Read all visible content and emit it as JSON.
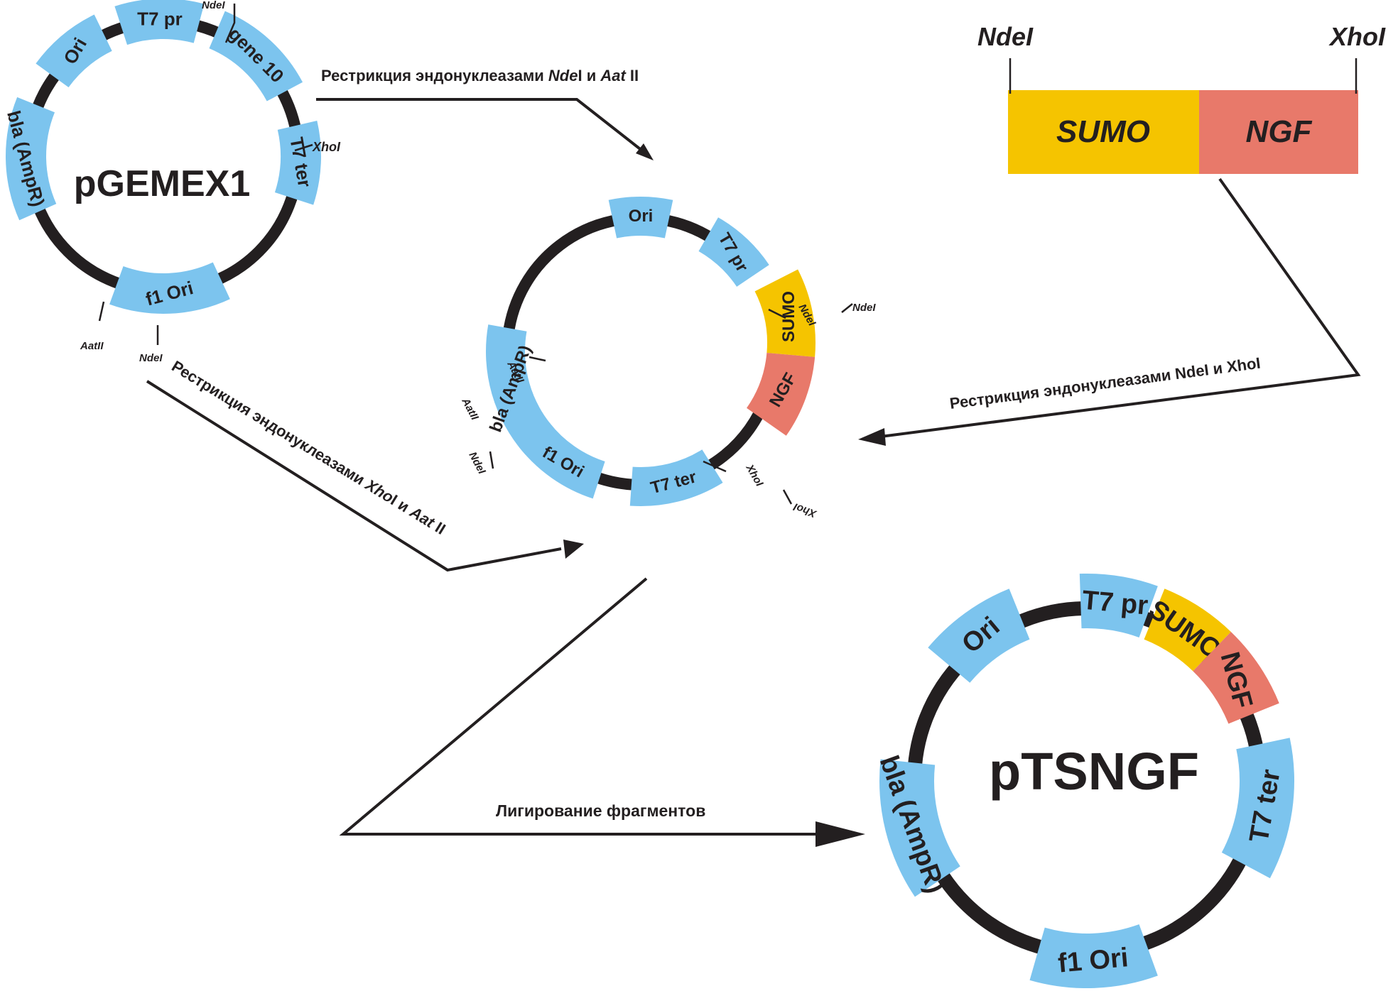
{
  "colors": {
    "segment_blue": "#7cc4ee",
    "sumo_yellow": "#f5c400",
    "ngf_salmon": "#e8796a",
    "backbone": "#231f20"
  },
  "plasmid_1": {
    "name": "pGEMEX1",
    "segments": [
      "Ori",
      "T7 pr",
      "gene 10",
      "T7 ter",
      "f1 Ori",
      "bla (AmpR)"
    ],
    "sites": [
      "NdeI",
      "XhoI",
      "NdeI",
      "AatII"
    ]
  },
  "insert": {
    "site_left": "NdeI",
    "site_right": "XhoI",
    "sumo": "SUMO",
    "ngf": "NGF"
  },
  "intermediate": {
    "segments": [
      "Ori",
      "T7 pr",
      "bla (AmpR)",
      "f1 Ori",
      "T7 ter",
      "SUMO",
      "NGF"
    ],
    "sites": [
      "NdeI",
      "NdeI",
      "XhoI",
      "XhoI",
      "AatII",
      "AatII",
      "NdeI"
    ]
  },
  "plasmid_final": {
    "name": "pTSNGF",
    "segments": [
      "Ori",
      "T7 pr",
      "SUMO",
      "NGF",
      "T7 ter",
      "f1 Ori",
      "bla (AmpR)"
    ]
  },
  "captions": {
    "restriction_top": {
      "prefix": "Рестрикция эндонуклеазами ",
      "enzyme1": "Nde",
      "enzyme1_suffix": "I",
      "conj": " и ",
      "enzyme2": "Aat",
      "enzyme2_suffix": " II"
    },
    "restriction_left": {
      "prefix": "Рестрикция эндонуклеазами ",
      "enzyme1": "Xho",
      "enzyme1_suffix": "I",
      "conj": " и ",
      "enzyme2": "Aat",
      "enzyme2_suffix": " II"
    },
    "restriction_right": "Рестрикция эндонуклеазами NdeI и XhoI",
    "ligation": "Лигирование фрагментов"
  }
}
